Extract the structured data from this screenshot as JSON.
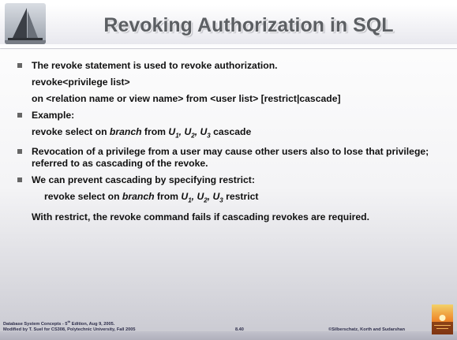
{
  "slide": {
    "title": "Revoking Authorization in SQL",
    "b1": "The revoke statement is used to revoke authorization.",
    "line_revoke": "revoke<privilege list>",
    "line_on": "on <relation name or view name> from <user list> [restrict|cascade]",
    "b2": "Example:",
    "ex1": {
      "pre": "revoke select on ",
      "rel": "branch",
      "mid": " from ",
      "users": "U1, U2, U3",
      "post": " cascade"
    },
    "b3": "Revocation of a privilege from a user may cause other users also to lose that privilege; referred to as cascading of the revoke.",
    "b4": "We can prevent cascading by specifying restrict:",
    "ex2": {
      "pre": "revoke select on ",
      "rel": "branch",
      "mid": " from ",
      "users": "U1, U2, U3",
      "post": " restrict"
    },
    "restrict_note": "With restrict, the revoke command fails if  cascading revokes are required."
  },
  "footer": {
    "line1": "Database System Concepts - 5th Edition, Aug 9, 2005.",
    "line2": "Modified by T. Suel for CS308, Polytechnic University, Fall 2005",
    "page": "8.40",
    "copyright": "©Silberschatz, Korth and Sudarshan"
  },
  "icons": {
    "left": "sailboat-logo-icon",
    "right": "sunset-logo-icon"
  }
}
